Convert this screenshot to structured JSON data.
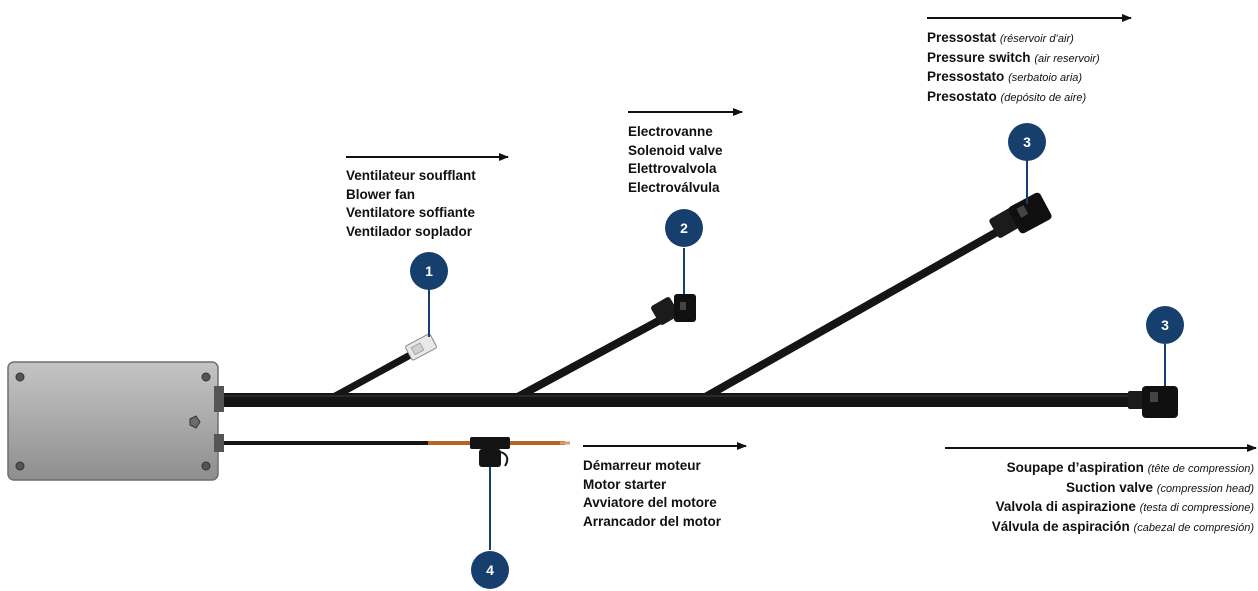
{
  "colors": {
    "badge": "#173f6e",
    "cable": "#151515",
    "housing": "#a9a9a9",
    "fuse_wire": "#b5652a"
  },
  "badges": [
    {
      "id": "1"
    },
    {
      "id": "2"
    },
    {
      "id": "3"
    },
    {
      "id": "3"
    },
    {
      "id": "4"
    }
  ],
  "labels": {
    "blower": {
      "lines": [
        "Ventilateur soufflant",
        "Blower fan",
        "Ventilatore soffiante",
        "Ventilador soplador"
      ]
    },
    "solenoid": {
      "lines": [
        "Electrovanne",
        "Solenoid valve",
        "Elettrovalvola",
        "Electroválvula"
      ]
    },
    "pressure": {
      "lines": [
        {
          "main": "Pressostat",
          "note": "(réservoir d’air)"
        },
        {
          "main": "Pressure switch",
          "note": "(air reservoir)"
        },
        {
          "main": "Pressostato",
          "note": "(serbatoio aria)"
        },
        {
          "main": "Presostato",
          "note": "(depósito de aire)"
        }
      ]
    },
    "starter": {
      "lines": [
        "Démarreur moteur",
        "Motor starter",
        "Avviatore del motore",
        "Arrancador del motor"
      ]
    },
    "suction": {
      "lines": [
        {
          "main": "Soupape d’aspiration",
          "note": "(tête de compression)"
        },
        {
          "main": "Suction valve",
          "note": "(compression head)"
        },
        {
          "main": "Valvola di aspirazione",
          "note": "(testa di compressione)"
        },
        {
          "main": "Válvula de aspiración",
          "note": "(cabezal de compresión)"
        }
      ]
    }
  }
}
